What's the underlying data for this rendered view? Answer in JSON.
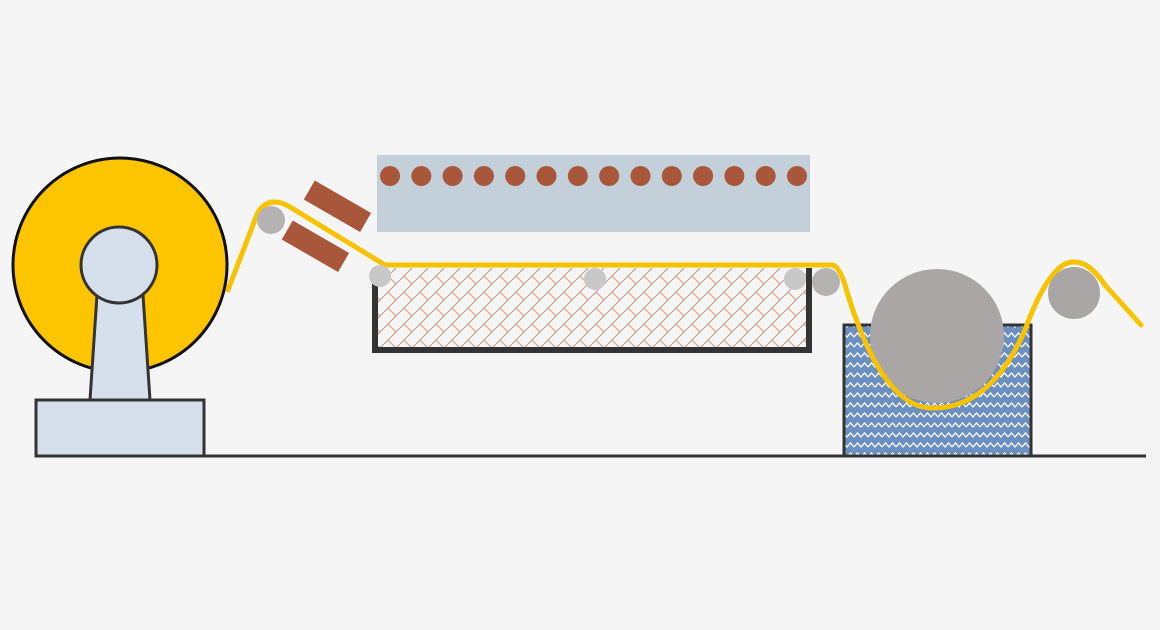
{
  "colors": {
    "background": "#f5f5f5",
    "film": "#f7c300",
    "supply_roll": "#fdc400",
    "hub": "#d6e0ec",
    "outline": "#333333",
    "stand": "#d6e0ec",
    "guide_roller": "#b5b2b2",
    "dark_roller": "#a9a6a5",
    "light_roller": "#c8c8c8",
    "heater_block": "#a9573a",
    "heater_panel": "#c4d0d9",
    "heater_dot": "#a9573a",
    "tray_pattern": "#c9a08c",
    "bath_fill": "#6c8fc1",
    "bath_pattern": "#ffffff",
    "floor": "#333333"
  },
  "icons": {
    "supply_roll": "supply-roll-icon",
    "heater": "heater-icon",
    "tray": "tray-icon",
    "bath": "bath-icon"
  },
  "components": {
    "heater_dot_count": 14,
    "tray_pattern": "diagonal-weave",
    "bath_pattern": "chevron"
  }
}
